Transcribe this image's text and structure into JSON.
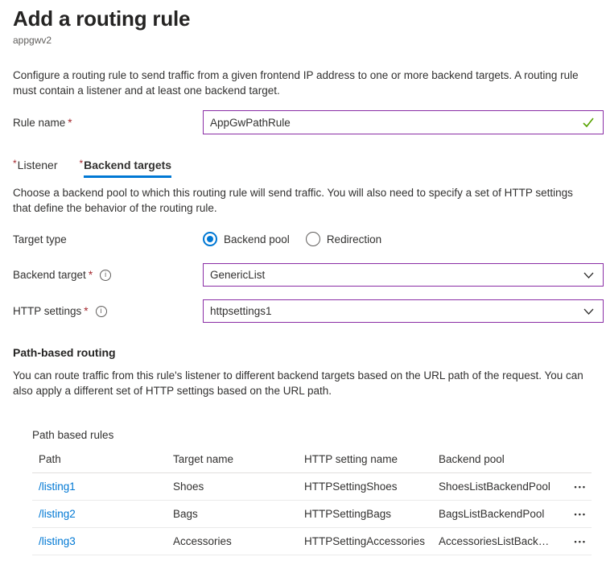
{
  "page": {
    "title": "Add a routing rule",
    "subtitle": "appgwv2",
    "intro": "Configure a routing rule to send traffic from a given frontend IP address to one or more backend targets. A routing rule must contain a listener and at least one backend target."
  },
  "rule_name": {
    "label": "Rule name",
    "required_marker": "*",
    "value": "AppGwPathRule",
    "validation": "valid"
  },
  "tabs": [
    {
      "label": "Listener",
      "required_marker": "*",
      "active": false
    },
    {
      "label": "Backend targets",
      "required_marker": "*",
      "active": true
    }
  ],
  "backend_section": {
    "description": "Choose a backend pool to which this routing rule will send traffic. You will also need to specify a set of HTTP settings that define the behavior of the routing rule.",
    "target_type": {
      "label": "Target type",
      "options": [
        {
          "label": "Backend pool",
          "selected": true
        },
        {
          "label": "Redirection",
          "selected": false
        }
      ]
    },
    "backend_target": {
      "label": "Backend target",
      "required_marker": "*",
      "value": "GenericList"
    },
    "http_settings": {
      "label": "HTTP settings",
      "required_marker": "*",
      "value": "httpsettings1"
    }
  },
  "path_based_routing": {
    "heading": "Path-based routing",
    "description": "You can route traffic from this rule's listener to different backend targets based on the URL path of the request. You can also apply a different set of HTTP settings based on the URL path.",
    "table_label": "Path based rules",
    "columns": [
      "Path",
      "Target name",
      "HTTP setting name",
      "Backend pool"
    ],
    "rows": [
      {
        "path": "/listing1",
        "target_name": "Shoes",
        "http_setting_name": "HTTPSettingShoes",
        "backend_pool": "ShoesListBackendPool"
      },
      {
        "path": "/listing2",
        "target_name": "Bags",
        "http_setting_name": "HTTPSettingBags",
        "backend_pool": "BagsListBackendPool"
      },
      {
        "path": "/listing3",
        "target_name": "Accessories",
        "http_setting_name": "HTTPSettingAccessories",
        "backend_pool": "AccessoriesListBackendP..."
      }
    ]
  },
  "icons": {
    "info": "i",
    "more": "•••"
  },
  "colors": {
    "accent_blue": "#0078d4",
    "edited_field_border_purple": "#8a2da5",
    "valid_green": "#57a300",
    "required_red": "#a4262c",
    "text_primary": "#323130",
    "text_secondary": "#605e5c",
    "divider": "#eaeaea"
  }
}
